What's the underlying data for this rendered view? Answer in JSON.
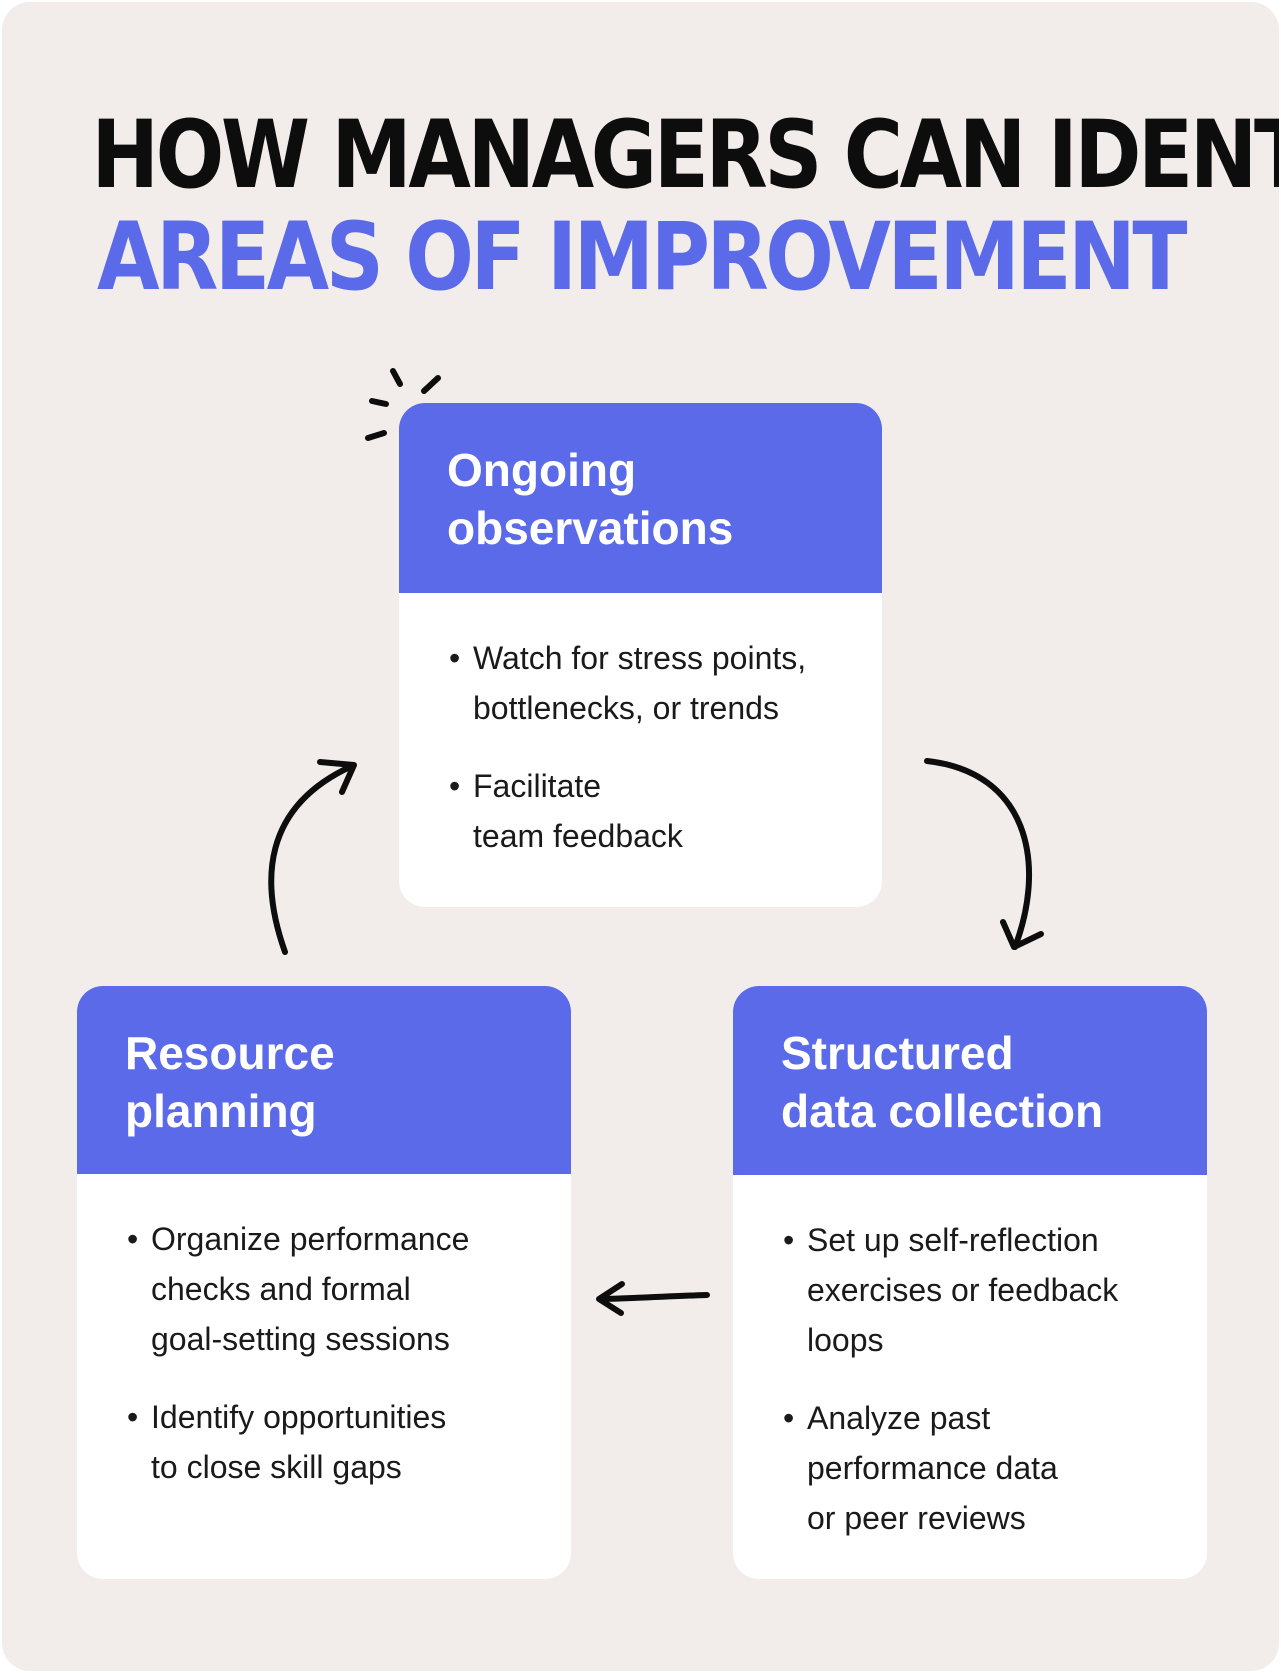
{
  "title": {
    "line1": "HOW MANAGERS CAN IDENTIFY",
    "line2": "AREAS OF IMPROVEMENT"
  },
  "colors": {
    "accent": "#5b6ae8",
    "background": "#f2edea",
    "title_dark": "#0d0d0d"
  },
  "cards": {
    "top": {
      "heading": [
        "Ongoing",
        "observations"
      ],
      "bullets": [
        [
          "Watch for stress points,",
          "bottlenecks, or trends"
        ],
        [
          "Facilitate",
          "team feedback"
        ]
      ]
    },
    "left": {
      "heading": [
        "Resource",
        "planning"
      ],
      "bullets": [
        [
          "Organize performance",
          "checks and formal",
          "goal-setting sessions"
        ],
        [
          "Identify opportunities",
          "to close skill gaps"
        ]
      ]
    },
    "right": {
      "heading": [
        "Structured",
        "data collection"
      ],
      "bullets": [
        [
          "Set up self-reflection",
          "exercises or feedback",
          "loops"
        ],
        [
          "Analyze past",
          "performance data",
          "or peer reviews"
        ]
      ]
    }
  }
}
